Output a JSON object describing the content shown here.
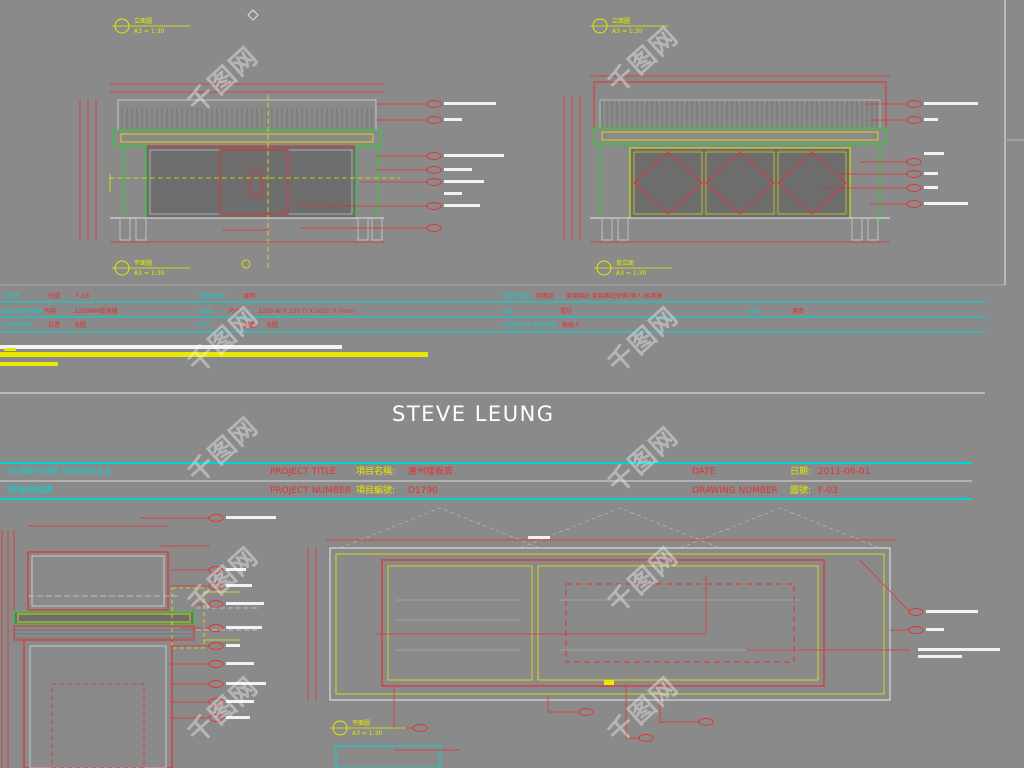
{
  "brand": "STEVE LEUNG",
  "watermark": "千图网",
  "colors": {
    "background": "#8a8a8a",
    "cyan": "#00d5d5",
    "red": "#e43030",
    "yellow": "#e8e800",
    "white": "#f2f2f2",
    "green": "#33cc33"
  },
  "spec": {
    "code_label": "CODE",
    "code_cn": "代號",
    "code_value": "F-03",
    "finishes_label": "FINISHES",
    "finishes_cn": "面料",
    "supplier_label": "SUPPLIER",
    "supplier_cn": "供應商",
    "supplier_value": "東莞陳記·東莞陳記傢俱(個人)家具廠",
    "description_label": "DESCRIPTION",
    "description_cn": "內容",
    "description_value": "2200MM餐邊櫃",
    "size_label": "SIZE",
    "size_cn": "尺寸",
    "size_value": "2200 W X 550 D X 1020 H (mm)",
    "tel_label": "TEL",
    "tel_cn": "電話",
    "fax_label": "FAX",
    "fax_cn": "傳真",
    "location_label": "LOCATION",
    "location_cn": "位置",
    "location_value": "見圖",
    "qty_label": "QTY",
    "qty_cn": "數量",
    "qty_value": "見圖",
    "contact_label": "CONTACT PERSON",
    "contact_cn": "聯絡人"
  },
  "title_block": {
    "schedule_en": "FURNITURE SCHEDULE",
    "schedule_cn": "傢俬明細表",
    "project_title_label": "PROJECT TITLE",
    "project_title_cn": "項目名稱:",
    "project_title_value": "惠州樣板房",
    "project_number_label": "PROJECT NUMBER",
    "project_number_cn": "項目編號:",
    "project_number_value": "D1790",
    "date_label": "DATE",
    "date_cn": "日期:",
    "date_value": "2011-06-01",
    "drawing_number_label": "DRAWING NUMBER",
    "drawing_number_cn": "圖號:",
    "drawing_number_value": "F-03"
  },
  "drawings": [
    {
      "title": "立面圖",
      "scale": "A3 = 1:30"
    },
    {
      "title": "立面圖",
      "scale": "A3 = 1:30"
    },
    {
      "title": "平面圖",
      "scale": "A3 = 1:30"
    },
    {
      "title": "背立面",
      "scale": "A3 = 1:30"
    },
    {
      "title": "平面圖",
      "scale": "A3 = 1:30"
    }
  ]
}
